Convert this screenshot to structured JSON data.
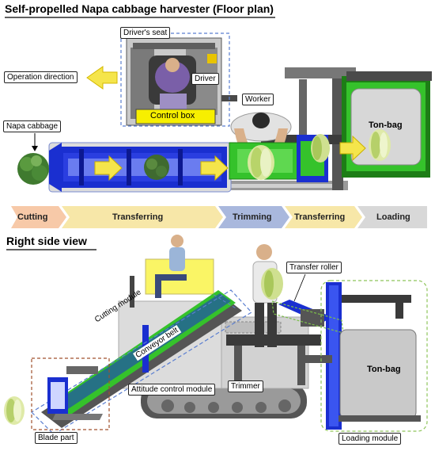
{
  "titles": {
    "floor_plan": "Self-propelled Napa cabbage harvester (Floor plan)",
    "side_view": "Right side view"
  },
  "floor_labels": {
    "drivers_seat": "Driver's seat",
    "operation_direction": "Operation direction",
    "driver": "Driver",
    "worker": "Worker",
    "napa_cabbage": "Napa cabbage",
    "control_box": "Control box",
    "ton_bag": "Ton-bag"
  },
  "stages": [
    "Cutting",
    "Transferring",
    "Trimming",
    "Transferring",
    "Loading"
  ],
  "side_labels": {
    "transfer_roller": "Transfer roller",
    "cutting_module": "Cutting module",
    "conveyor_belt": "Conveyor belt",
    "attitude_control_module": "Attitude control module",
    "trimmer": "Trimmer",
    "ton_bag": "Ton-bag",
    "blade_part": "Blade part",
    "loading_module": "Loading module"
  },
  "colors": {
    "frame_blue": "#1a2fd0",
    "belt_green": "#35c22b",
    "control_box_yellow": "#f7ef00",
    "arrow_yellow": "#f5e54b",
    "cutting_stage": "#f7c9a8",
    "transfer_stage": "#f7e7a8",
    "trimming_stage": "#a9b8dd",
    "loading_stage": "#d8d8d8"
  }
}
